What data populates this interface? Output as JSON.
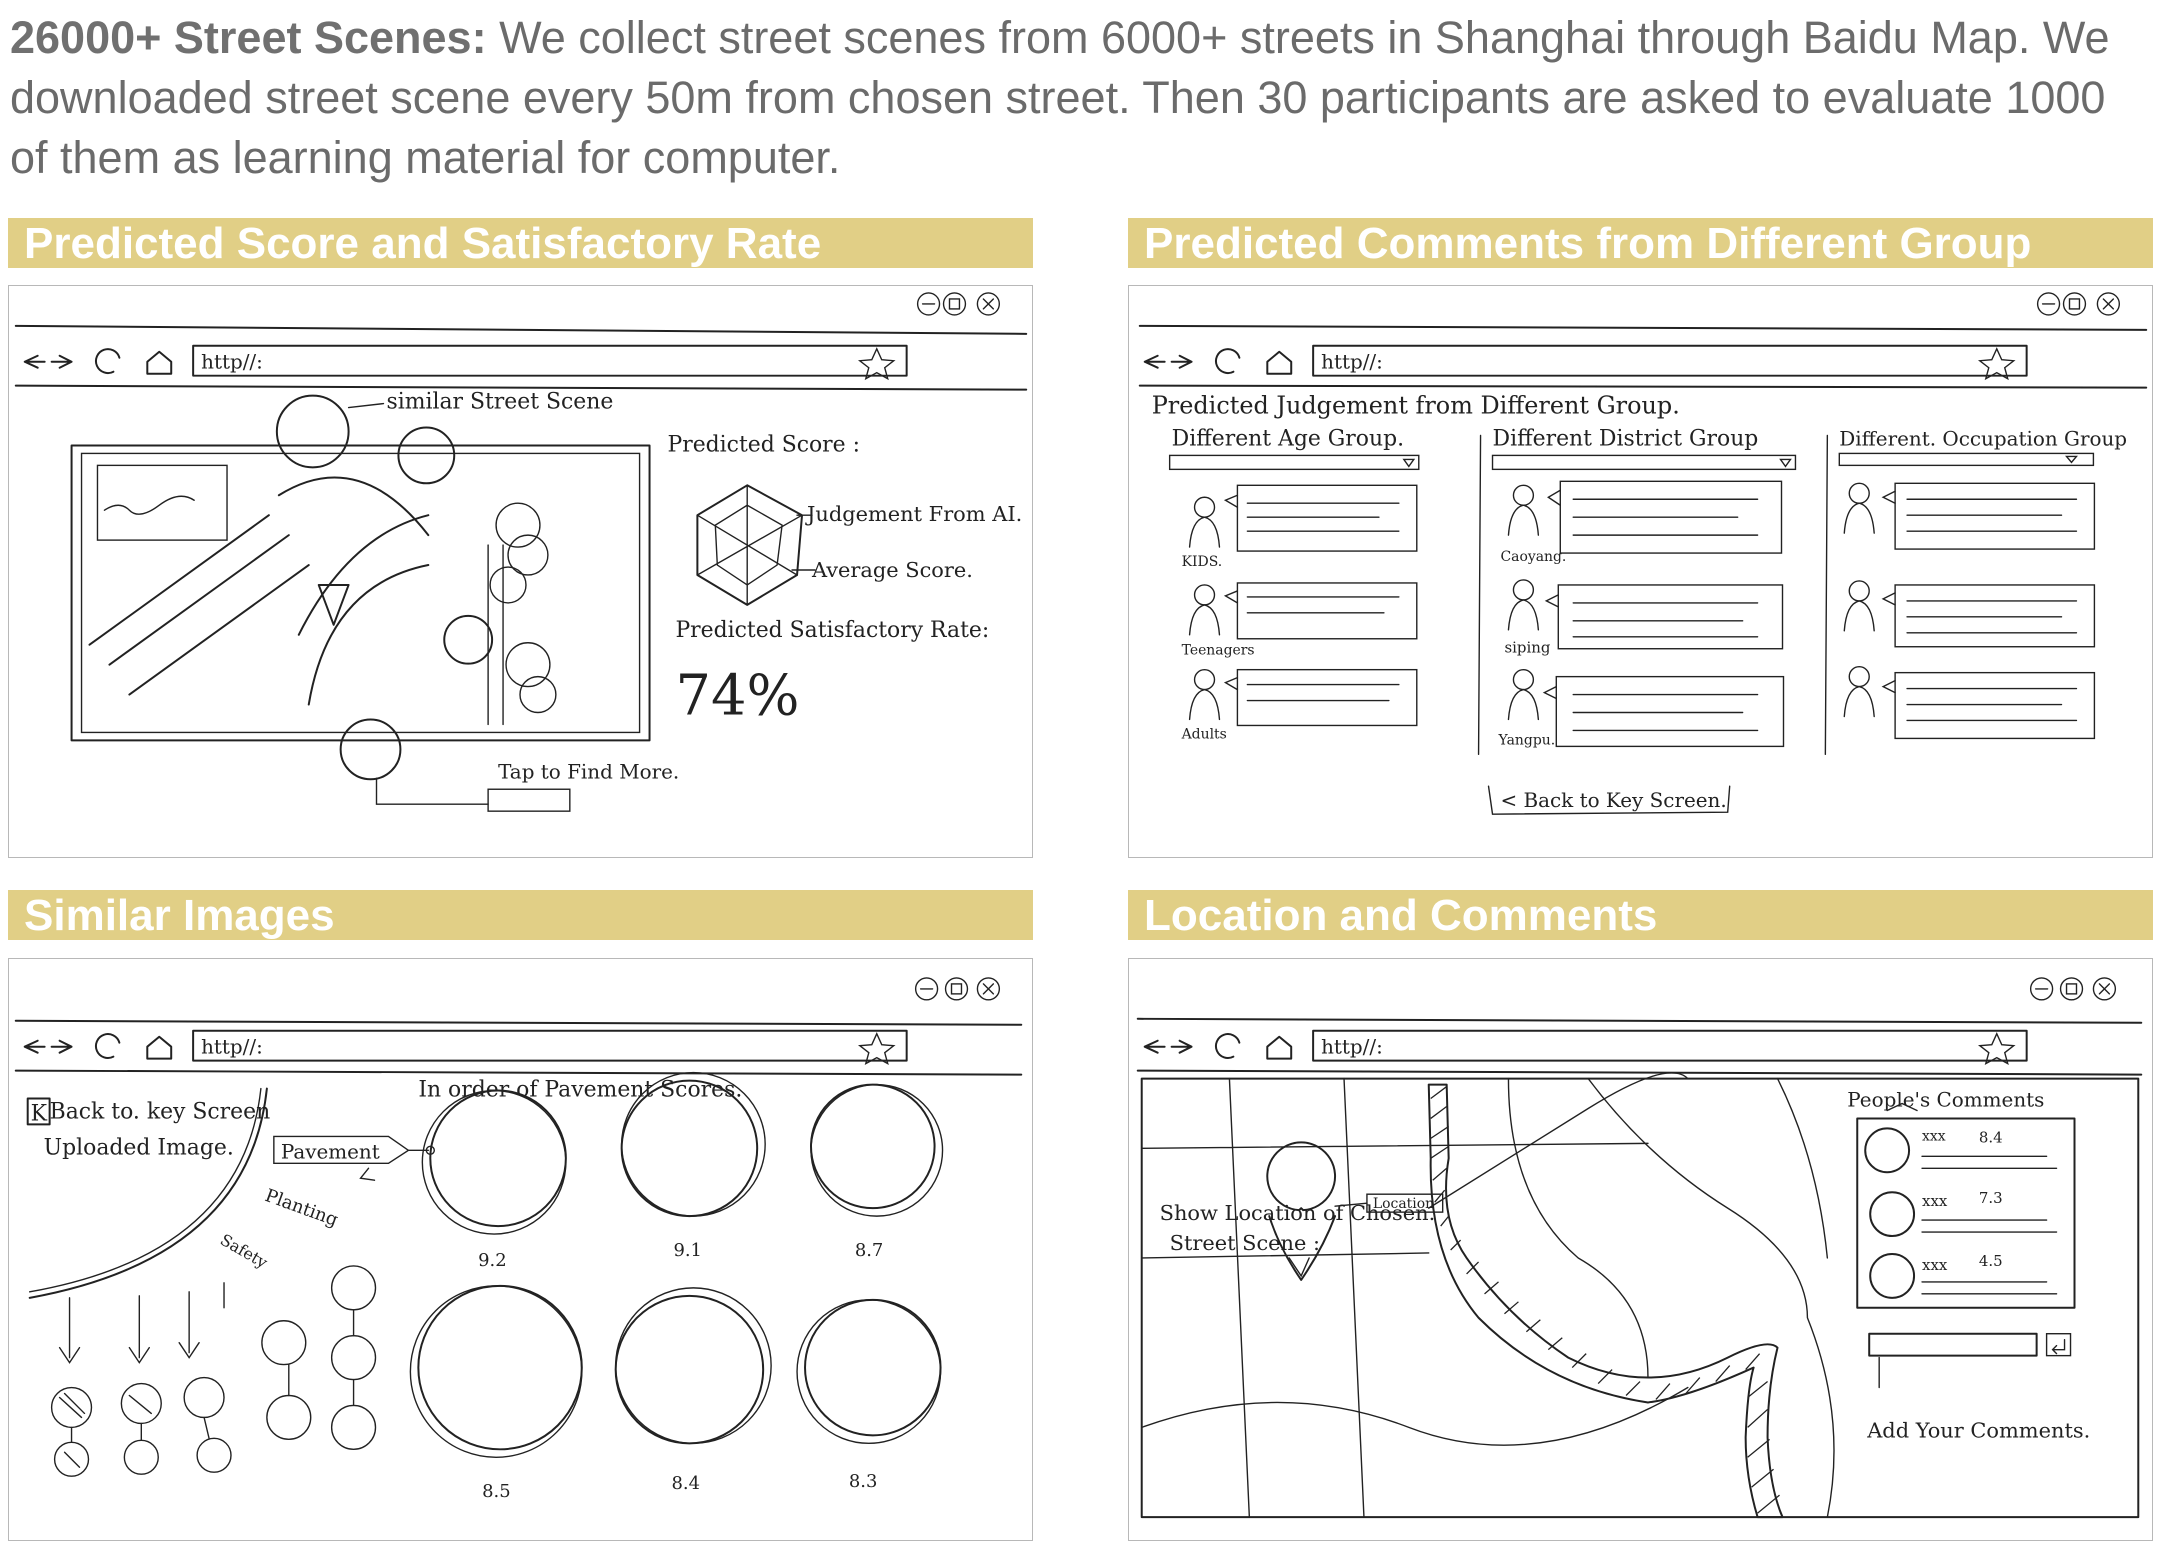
{
  "intro": {
    "bold": "26000+ Street Scenes:",
    "text": " We collect street scenes from 6000+ streets in Shanghai through Baidu Map. We downloaded street scene every 50m from chosen street. Then 30 participants are asked to evaluate 1000 of them as learning material for computer."
  },
  "sections": {
    "score": {
      "title": "Predicted Score and Satisfactory Rate",
      "url": "http//:",
      "similar_label": "similar Street Scene",
      "predicted_score": "Predicted Score :",
      "ai_label": "Judgement From AI.",
      "avg_label": "Average Score.",
      "sat_label": "Predicted Satisfactory Rate:",
      "sat_value": "74%",
      "tap_label": "Tap to Find More."
    },
    "comments": {
      "title": "Predicted Comments from Different Group",
      "url": "http//:",
      "heading": "Predicted Judgement from Different Group.",
      "age_group": "Different Age Group.",
      "district_group": "Different District Group",
      "occupation_group": "Different. Occupation Group",
      "age_items": [
        "KIDS.",
        "Teenagers",
        "Adults"
      ],
      "district_items": [
        "Caoyang.",
        "siping",
        "Yangpu."
      ],
      "back_label": "< Back to Key Screen."
    },
    "similar": {
      "title": "Similar Images",
      "url": "http//:",
      "back_label": "Back to. key Screen",
      "back_icon": "K",
      "uploaded": "Uploaded Image.",
      "branch_pavement": "Pavement",
      "branch_planting": "Planting",
      "branch_safety": "Safety",
      "order_label": "In order of Pavement Scores.",
      "scores": [
        "9.2",
        "9.1",
        "8.7",
        "8.5",
        "8.4",
        "8.3"
      ]
    },
    "location": {
      "title": "Location and Comments",
      "url": "http//:",
      "people_comments": "People's Comments",
      "comments": [
        {
          "user": "xxx",
          "score": "8.4"
        },
        {
          "user": "xxx",
          "score": "7.3"
        },
        {
          "user": "xxx",
          "score": "4.5"
        }
      ],
      "show_location_1": "Show Location of Chosen.",
      "show_location_2": "Street Scene :",
      "location_tag": "Location",
      "add_comments": "Add Your Comments."
    }
  }
}
